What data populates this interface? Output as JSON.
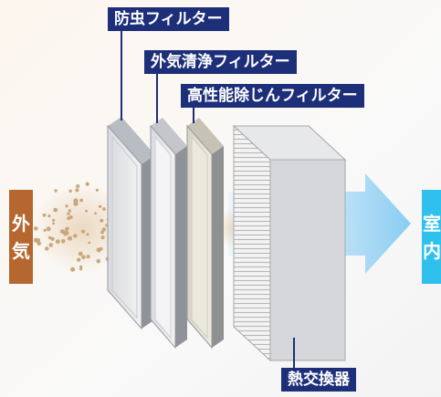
{
  "labels": {
    "insect_filter": "防虫フィルター",
    "outside_air_filter": "外気清浄フィルター",
    "high_performance_filter": "高性能除じんフィルター",
    "heat_exchanger": "熱交換器"
  },
  "outside": {
    "char1": "外",
    "char2": "気"
  },
  "indoor": {
    "char1": "室",
    "char2": "内"
  },
  "colors": {
    "label_bg": "#1e2f7a",
    "outside_bg": "#b5672f",
    "indoor_bg": "#2fc0ee",
    "arrow": "#8fd3f5",
    "dust": "#c9a77b"
  }
}
